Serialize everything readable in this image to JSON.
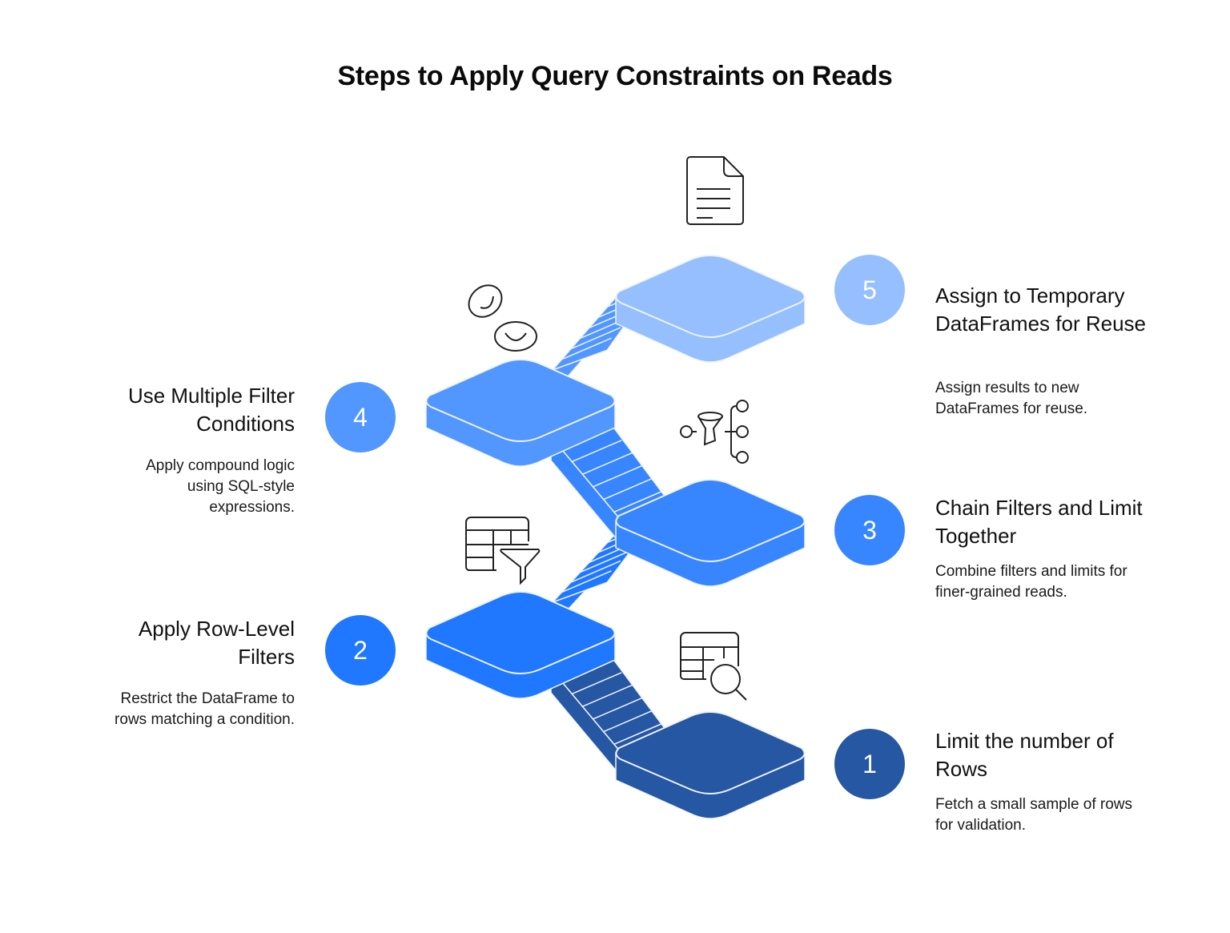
{
  "title": "Steps to Apply Query Constraints on Reads",
  "colors": {
    "step1": "#2657A3",
    "step2": "#1F78FF",
    "step3": "#3886FF",
    "step4": "#5296FF",
    "step5": "#96BFFF",
    "outline": "#EEF3FB",
    "icon_stroke": "#222222"
  },
  "steps": [
    {
      "number": "1",
      "title": "Limit the number of Rows",
      "description": "Fetch a small sample of rows for validation.",
      "icon": "table-search-icon"
    },
    {
      "number": "2",
      "title": "Apply Row-Level Filters",
      "description": "Restrict the DataFrame to rows matching a condition.",
      "icon": "table-filter-icon"
    },
    {
      "number": "3",
      "title": "Chain Filters and Limit Together",
      "description": "Combine filters and limits for finer-grained reads.",
      "icon": "funnel-branch-icon"
    },
    {
      "number": "4",
      "title": "Use Multiple Filter Conditions",
      "description": "Apply compound logic using SQL-style expressions.",
      "icon": "linked-rings-icon"
    },
    {
      "number": "5",
      "title": "Assign to Temporary DataFrames for Reuse",
      "description": "Assign results to new DataFrames for reuse.",
      "icon": "document-icon"
    }
  ]
}
